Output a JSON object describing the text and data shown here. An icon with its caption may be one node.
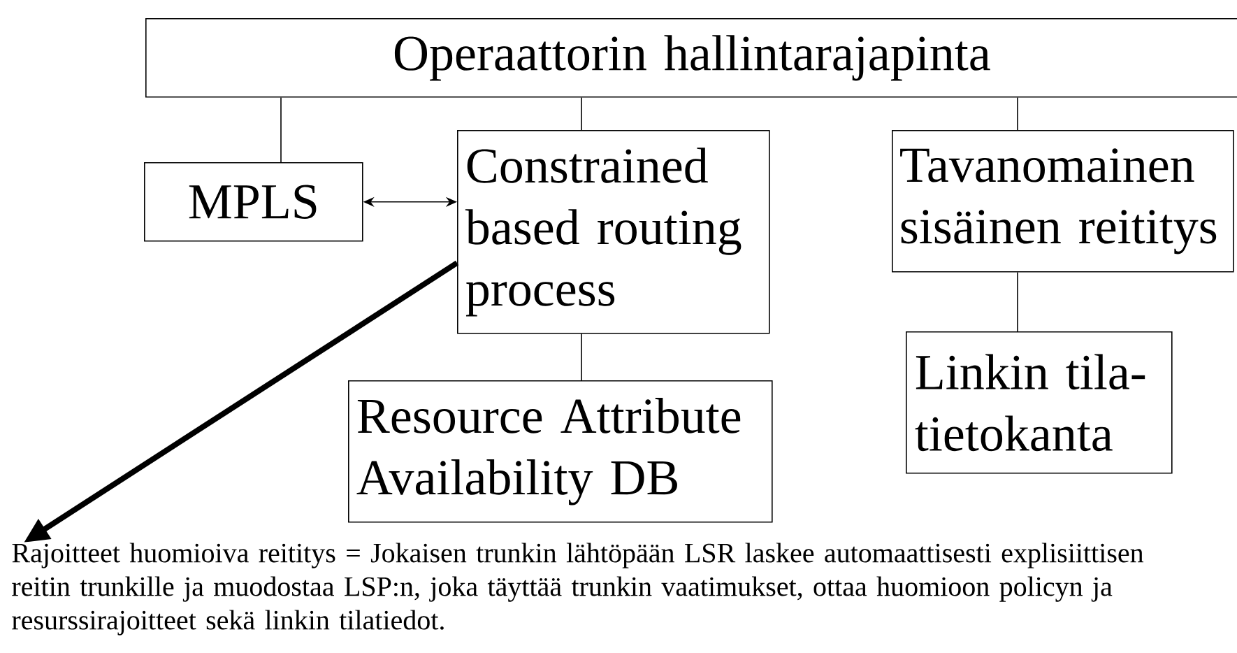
{
  "diagram": {
    "nodes": [
      {
        "text": [
          "Operaattorin hallintarajapinta"
        ]
      },
      {
        "text": [
          "MPLS"
        ]
      },
      {
        "text": [
          "Constrained based routing process"
        ]
      },
      {
        "text": [
          "Tavanomainen sisäinen reititys"
        ]
      },
      {
        "text": [
          "Resource Attribute Availability DB"
        ]
      },
      {
        "text": [
          "Linkin tila-tietokanta"
        ]
      },
      {
        "text": [
          "Rajoitteet huomioiva reititys = Jokaisen trunkin lähtöpään LSR laskee automaattisesti explisiittisen reitin trunkille ja muodostaa LSP:n, joka täyttää trunkin vaatimukset, ottaa huomioon policyn ja resurssirajoitteet sekä linkin tilatiedot."
        ]
      }
    ],
    "edges": [
      {
        "from": 0,
        "to": 1,
        "arrow": "none"
      },
      {
        "from": 0,
        "to": 2,
        "arrow": "none"
      },
      {
        "from": 0,
        "to": 3,
        "arrow": "none"
      },
      {
        "from": 1,
        "to": 2,
        "arrow": "both"
      },
      {
        "from": 2,
        "to": 4,
        "arrow": "none"
      },
      {
        "from": 3,
        "to": 5,
        "arrow": "none"
      },
      {
        "from": 2,
        "to": 6,
        "arrow": "to",
        "style": "thick"
      }
    ]
  }
}
